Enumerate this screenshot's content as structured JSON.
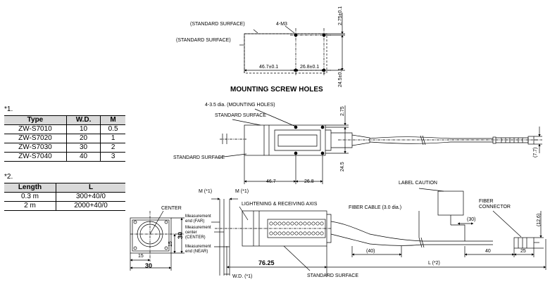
{
  "screw_holes": {
    "title": "MOUNTING SCREW HOLES",
    "std_surface_a": "(STANDARD SURFACE)",
    "std_surface_b": "(STANDARD SURFACE)",
    "thread": "4-M3",
    "dim_w1": "46.7±0.1",
    "dim_w2": "26.8±0.1",
    "dim_h1": "2.75±0.1",
    "dim_h2": "24.5±0.1"
  },
  "top_view": {
    "holes_label": "4-3.5 dia. (MOUNTING HOLES)",
    "std_surface_top": "STANDARD SURFACE",
    "std_surface_bottom": "STANDARD SURFACE",
    "dim_46_7": "46.7",
    "dim_26_8": "26.8",
    "dim_2_75": "2.75",
    "dim_24_5": "24.5",
    "dim_7_7": "(7.7)"
  },
  "table1": {
    "note": "*1.",
    "headers": [
      "Type",
      "W.D.",
      "M"
    ],
    "rows": [
      [
        "ZW-S7010",
        "10",
        "0.5"
      ],
      [
        "ZW-S7020",
        "20",
        "1"
      ],
      [
        "ZW-S7030",
        "30",
        "2"
      ],
      [
        "ZW-S7040",
        "40",
        "3"
      ]
    ]
  },
  "table2": {
    "note": "*2.",
    "headers": [
      "Length",
      "L"
    ],
    "rows": [
      [
        "0.3 m",
        "300+40/0"
      ],
      [
        "2 m",
        "2000+40/0"
      ]
    ]
  },
  "front_view": {
    "center": "CENTER",
    "dim_30_h": "30",
    "dim_15_h": "15",
    "dim_15_w": "15",
    "dim_30_w": "30"
  },
  "side_view": {
    "m1": "M (*1)",
    "m2": "M (*1)",
    "far": [
      "Measurement",
      "end (FAR)"
    ],
    "center": [
      "Measurement",
      "center",
      "(CENTER)"
    ],
    "near": [
      "Measurement",
      "end (NEAR)"
    ],
    "axis": "LIGHTENING & RECEIVING AXIS",
    "fiber_cable": "FIBER CABLE (3.0 dia.)",
    "label_caution": "LABEL CAUTION",
    "fiber_connector": [
      "FIBER",
      "CONNECTOR"
    ],
    "dim_30": "(30)",
    "dim_12_6": "(12.6)",
    "dim_40a": "(40)",
    "dim_40b": "40",
    "dim_25": "25",
    "dim_76_25": "76.25",
    "dim_L": "L (*2)",
    "dim_wd": "W.D. (*1)",
    "std_surface": "STANDARD SURFACE"
  }
}
